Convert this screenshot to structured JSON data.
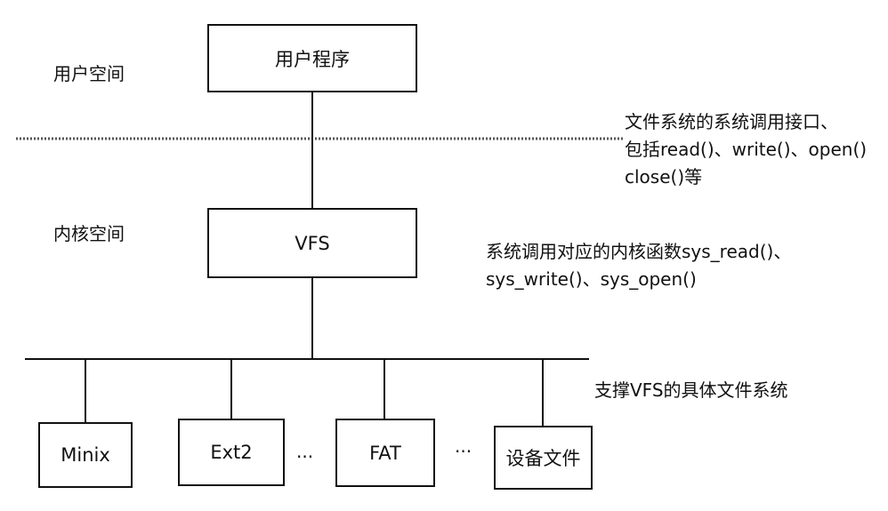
{
  "regions": {
    "user_space": "用户空间",
    "kernel_space": "内核空间"
  },
  "boxes": {
    "user_program": "用户程序",
    "vfs": "VFS",
    "minix": "Minix",
    "ext2": "Ext2",
    "fat": "FAT",
    "device_file": "设备文件"
  },
  "ellipsis": "...",
  "notes": {
    "syscall_interface": [
      "文件系统的系统调用接口、",
      "包括read()、write()、open()",
      "close()等"
    ],
    "kernel_functions": [
      "系统调用对应的内核函数sys_read()、",
      "sys_write()、sys_open()"
    ],
    "concrete_fs": "支撑VFS的具体文件系统"
  },
  "colors": {
    "line": "#111111",
    "dashed_separator": "#555555"
  }
}
